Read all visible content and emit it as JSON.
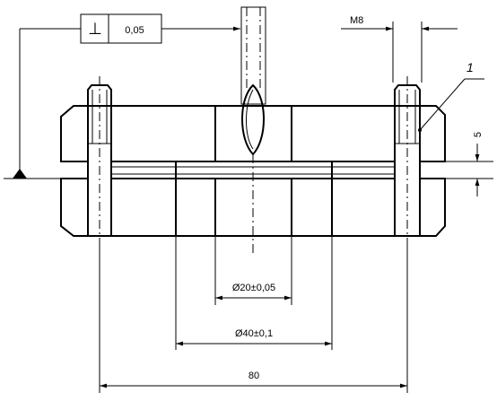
{
  "labels": {
    "tolerance_symbol": "⊥",
    "tolerance_value": "0,05",
    "thread": "M8",
    "leader_ref": "1",
    "gap": "5",
    "inner_diameter": "Ø20±0,05",
    "outer_diameter": "Ø40±0,1",
    "overall_length": "80"
  },
  "colors": {
    "line": "#000000",
    "background": "#ffffff"
  }
}
